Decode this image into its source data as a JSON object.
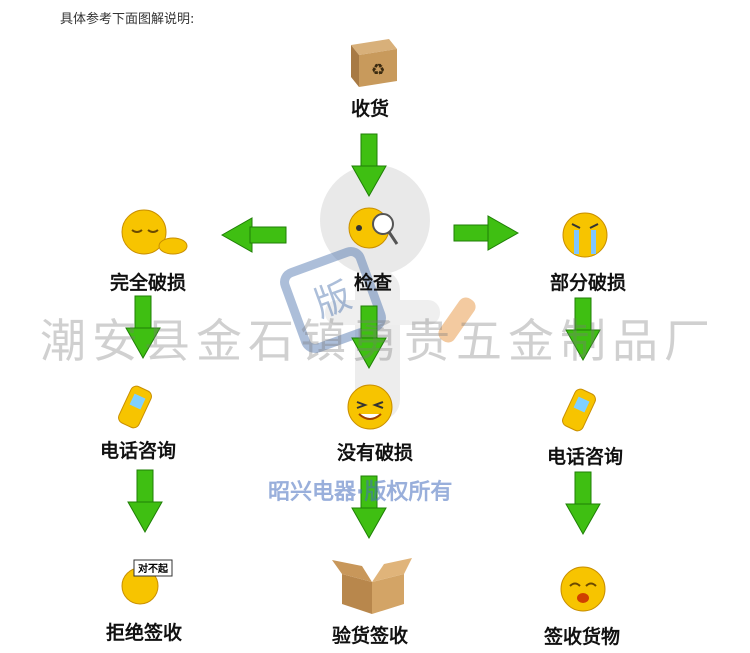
{
  "intro": "具体参考下面图解说明:",
  "nodes": {
    "receive": "收货",
    "inspect": "检查",
    "full_damage": "完全破损",
    "partial_damage": "部分破损",
    "no_damage": "没有破损",
    "call_left": "电话咨询",
    "call_right": "电话咨询",
    "reject": "拒绝签收",
    "accept": "验货签收",
    "sign_goods": "签收货物"
  },
  "sorry_tag": "对不起",
  "watermark": "潮安县金石镇勇贵五金制品厂",
  "copyright_mark": "昭兴电器·版权所有",
  "stamp_text": "版",
  "colors": {
    "arrow": "#3fbf12",
    "arrow_dark": "#1f7f06",
    "smiley": "#f7c400",
    "box": "#c89a5c"
  }
}
